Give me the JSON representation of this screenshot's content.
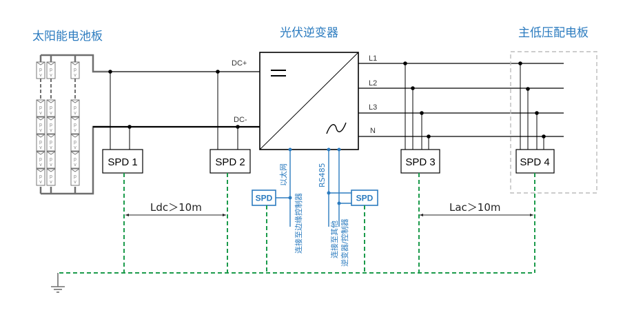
{
  "titles": {
    "solar_panel": "太阳能电池板",
    "inverter": "光伏逆变器",
    "distribution_board": "主低压配电板"
  },
  "dc_bus": {
    "positive_label": "DC+",
    "negative_label": "DC-"
  },
  "ac_bus": {
    "lines": [
      "L1",
      "L2",
      "L3",
      "N"
    ]
  },
  "spd_devices": {
    "spd1": "SPD 1",
    "spd2": "SPD 2",
    "spd3": "SPD 3",
    "spd4": "SPD 4",
    "spd_ethernet": "SPD",
    "spd_rs485": "SPD"
  },
  "communication": {
    "ethernet_label": "以太网",
    "ethernet_dest": "连接至边缘控制器",
    "rs485_label": "RS485",
    "rs485_dest_line1": "连接至其他",
    "rs485_dest_line2": "逆变器/控制器"
  },
  "distances": {
    "dc": "Ldc＞10m",
    "ac": "Lac＞10m"
  },
  "pv_module": {
    "label_top": "p",
    "label_bottom": "v"
  },
  "colors": {
    "title_blue": "#2b7bbf",
    "ground_green": "#1a9a4a",
    "panel_gray": "#777777",
    "wire_black": "#000000",
    "dashed_box_gray": "#bbbbbb"
  }
}
